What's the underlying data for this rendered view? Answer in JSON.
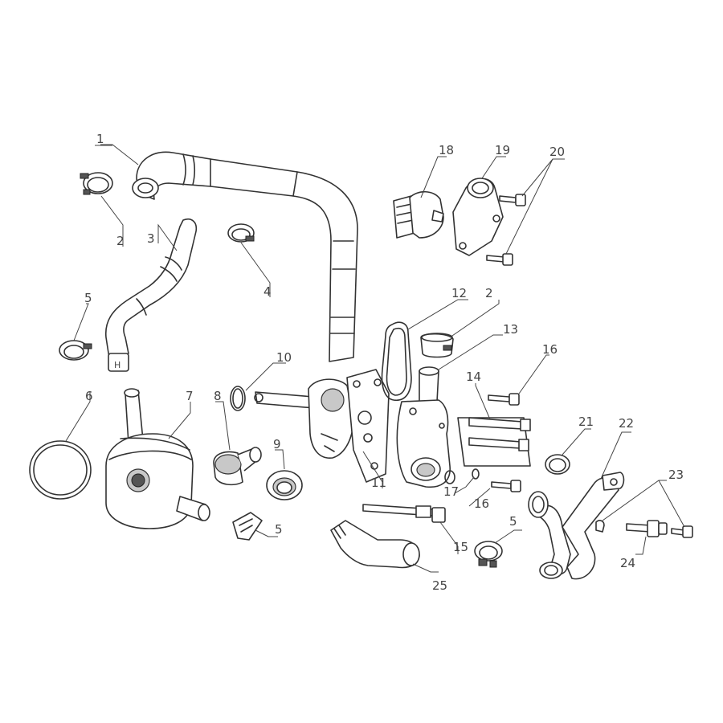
{
  "callouts": [
    {
      "id": "1",
      "text": "1"
    },
    {
      "id": "2a",
      "text": "2"
    },
    {
      "id": "2b",
      "text": "2"
    },
    {
      "id": "3",
      "text": "3"
    },
    {
      "id": "4",
      "text": "4"
    },
    {
      "id": "5a",
      "text": "5"
    },
    {
      "id": "5b",
      "text": "5"
    },
    {
      "id": "5c",
      "text": "5"
    },
    {
      "id": "6",
      "text": "6"
    },
    {
      "id": "7",
      "text": "7"
    },
    {
      "id": "8",
      "text": "8"
    },
    {
      "id": "9",
      "text": "9"
    },
    {
      "id": "10",
      "text": "10"
    },
    {
      "id": "11",
      "text": "11"
    },
    {
      "id": "12",
      "text": "12"
    },
    {
      "id": "13",
      "text": "13"
    },
    {
      "id": "14",
      "text": "14"
    },
    {
      "id": "15",
      "text": "15"
    },
    {
      "id": "16a",
      "text": "16"
    },
    {
      "id": "16b",
      "text": "16"
    },
    {
      "id": "17",
      "text": "17"
    },
    {
      "id": "18",
      "text": "18"
    },
    {
      "id": "19",
      "text": "19"
    },
    {
      "id": "20",
      "text": "20"
    },
    {
      "id": "21",
      "text": "21"
    },
    {
      "id": "22",
      "text": "22"
    },
    {
      "id": "23",
      "text": "23"
    },
    {
      "id": "24",
      "text": "24"
    },
    {
      "id": "25",
      "text": "25"
    }
  ]
}
